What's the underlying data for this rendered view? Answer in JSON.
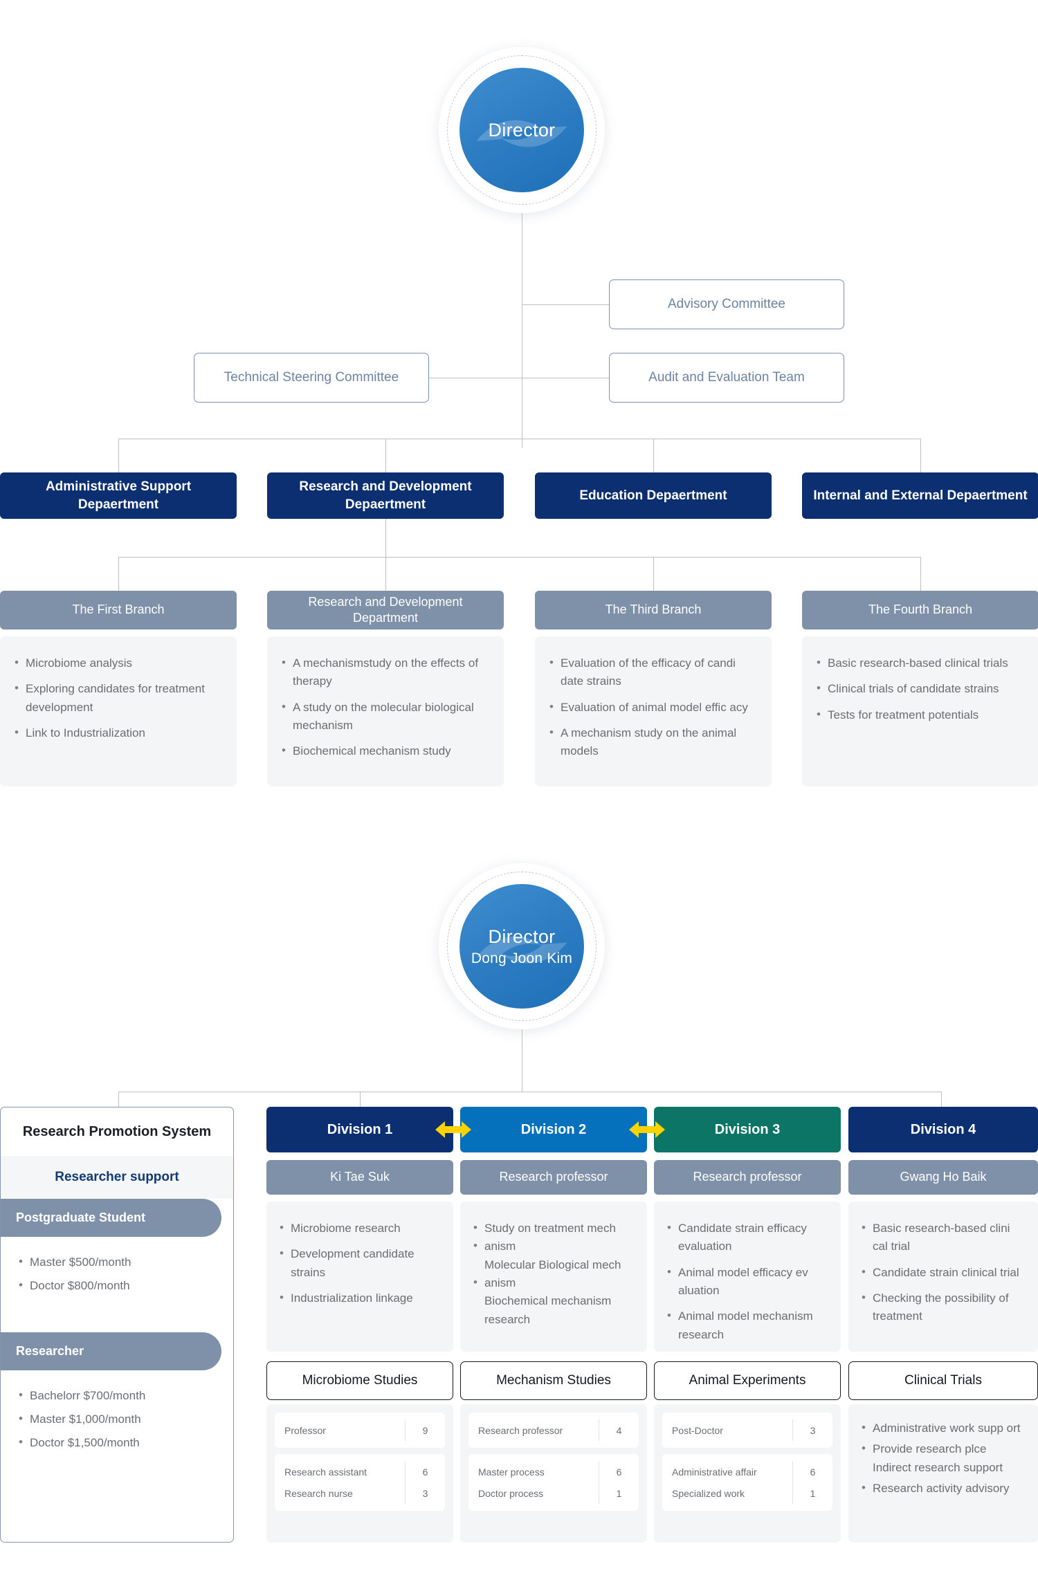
{
  "top_chart": {
    "director": {
      "title": "Director"
    },
    "committees": [
      {
        "label": "Advisory Committee"
      },
      {
        "label": "Technical Steering Committee"
      },
      {
        "label": "Audit and Evaluation Team"
      }
    ],
    "departments": [
      {
        "label": "Administrative Support Depaertment"
      },
      {
        "label": "Research and Development Depaertment"
      },
      {
        "label": "Education Depaertment"
      },
      {
        "label": "Internal and External Depaertment"
      }
    ],
    "branches": [
      {
        "header": "The First Branch",
        "items": [
          "Microbiome analysis",
          "Exploring candidates for treatment development",
          "Link to Industrialization"
        ]
      },
      {
        "header": "Research and Development Department",
        "items": [
          "A mechanismstudy on the effects of therapy",
          "A study on the molecular biological mechanism",
          "Biochemical mechanism study"
        ]
      },
      {
        "header": "The Third Branch",
        "items": [
          "Evaluation of the efficacy of candi date strains",
          "Evaluation of animal model effic acy",
          "A mechanism study on the animal models"
        ]
      },
      {
        "header": "The Fourth Branch",
        "items": [
          "Basic research-based clinical trials",
          "Clinical trials of candidate strains",
          "Tests for treatment potentials"
        ]
      }
    ]
  },
  "bottom_chart": {
    "director": {
      "title": "Director",
      "name": "Dong Joon Kim"
    },
    "promotion": {
      "title": "Research Promotion System",
      "subtitle": "Researcher support",
      "groups": [
        {
          "label": "Postgraduate Student",
          "items": [
            "Master $500/month",
            "Doctor $800/month"
          ]
        },
        {
          "label": "Researcher",
          "items": [
            "Bachelorr $700/month",
            "Master $1,000/month",
            "Doctor $1,500/month"
          ]
        }
      ]
    },
    "divisions": [
      {
        "label": "Division 1",
        "color": "#0b2f70",
        "person": "Ki Tae Suk",
        "items": [
          {
            "text": "Microbiome research",
            "bullet": true
          },
          {
            "text": "Development candidate strains",
            "bullet": true
          },
          {
            "text": "Industrialization linkage",
            "bullet": true
          }
        ],
        "study": "Microbiome Studies",
        "counts": [
          [
            {
              "label": "Professor",
              "value": "9"
            }
          ],
          [
            {
              "label": "Research assistant",
              "value": "6"
            },
            {
              "label": "Research nurse",
              "value": "3"
            }
          ]
        ]
      },
      {
        "label": "Division 2",
        "color": "#0571bd",
        "person": "Research professor",
        "items": [
          {
            "text": "Study on treatment mech",
            "bullet": true
          },
          {
            "text": "anism",
            "bullet": true
          },
          {
            "text": "Molecular Biological mech",
            "bullet": false
          },
          {
            "text": "anism",
            "bullet": true
          },
          {
            "text": "Biochemical mechanism research",
            "bullet": false
          }
        ],
        "study": "Mechanism Studies",
        "counts": [
          [
            {
              "label": "Research professor",
              "value": "4"
            }
          ],
          [
            {
              "label": "Master process",
              "value": "6"
            },
            {
              "label": "Doctor process",
              "value": "1"
            }
          ]
        ]
      },
      {
        "label": "Division 3",
        "color": "#0d7566",
        "person": "Research professor",
        "items": [
          {
            "text": "Candidate strain efficacy evaluation",
            "bullet": true
          },
          {
            "text": "Animal model efficacy ev aluation",
            "bullet": true
          },
          {
            "text": "Animal model mechanism research",
            "bullet": true
          }
        ],
        "study": "Animal Experiments",
        "counts": [
          [
            {
              "label": "Post-Doctor",
              "value": "3"
            }
          ],
          [
            {
              "label": "Administrative affair",
              "value": "6"
            },
            {
              "label": "Specialized work",
              "value": "1"
            }
          ]
        ]
      },
      {
        "label": "Division 4",
        "color": "#0b2f70",
        "person": "Gwang Ho Baik",
        "items": [
          {
            "text": "Basic research-based clini cal trial",
            "bullet": true
          },
          {
            "text": "Candidate strain clinical trial",
            "bullet": true
          },
          {
            "text": "Checking the possibility of treatment",
            "bullet": true
          }
        ],
        "study": "Clinical Trials",
        "bullets": [
          {
            "text": "Administrative work supp ort",
            "bullet": true
          },
          {
            "text": "Provide research plce",
            "bullet": true
          },
          {
            "text": "Indirect research support",
            "bullet": false
          },
          {
            "text": "Research activity advisory",
            "bullet": true
          }
        ]
      }
    ],
    "arrow_color": "#FFD300"
  }
}
